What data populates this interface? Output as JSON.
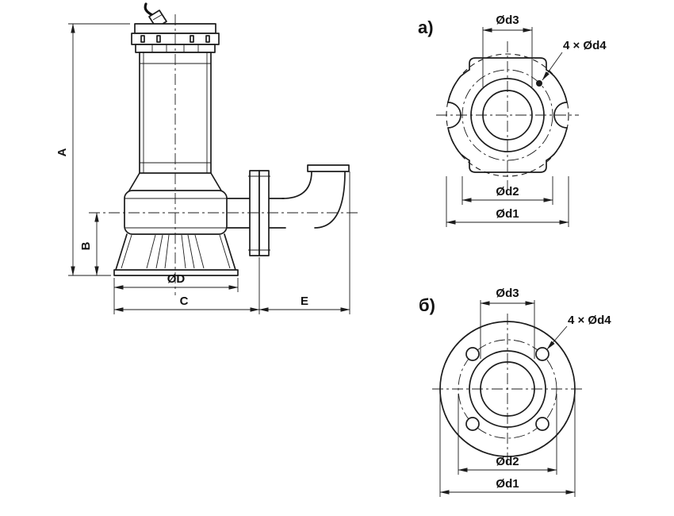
{
  "page": {
    "background": "#ffffff",
    "line_color": "#1c1c1c"
  },
  "pump_view": {
    "dims": {
      "a": "A",
      "b": "B",
      "c": "C",
      "e": "E",
      "d": "ØD"
    }
  },
  "view_a": {
    "label": "а)",
    "dims": {
      "d3": "Ød3",
      "d4": "4 × Ød4",
      "d2": "Ød2",
      "d1": "Ød1"
    }
  },
  "view_b": {
    "label": "б)",
    "dims": {
      "d3": "Ød3",
      "d4": "4 × Ød4",
      "d2": "Ød2",
      "d1": "Ød1"
    }
  }
}
